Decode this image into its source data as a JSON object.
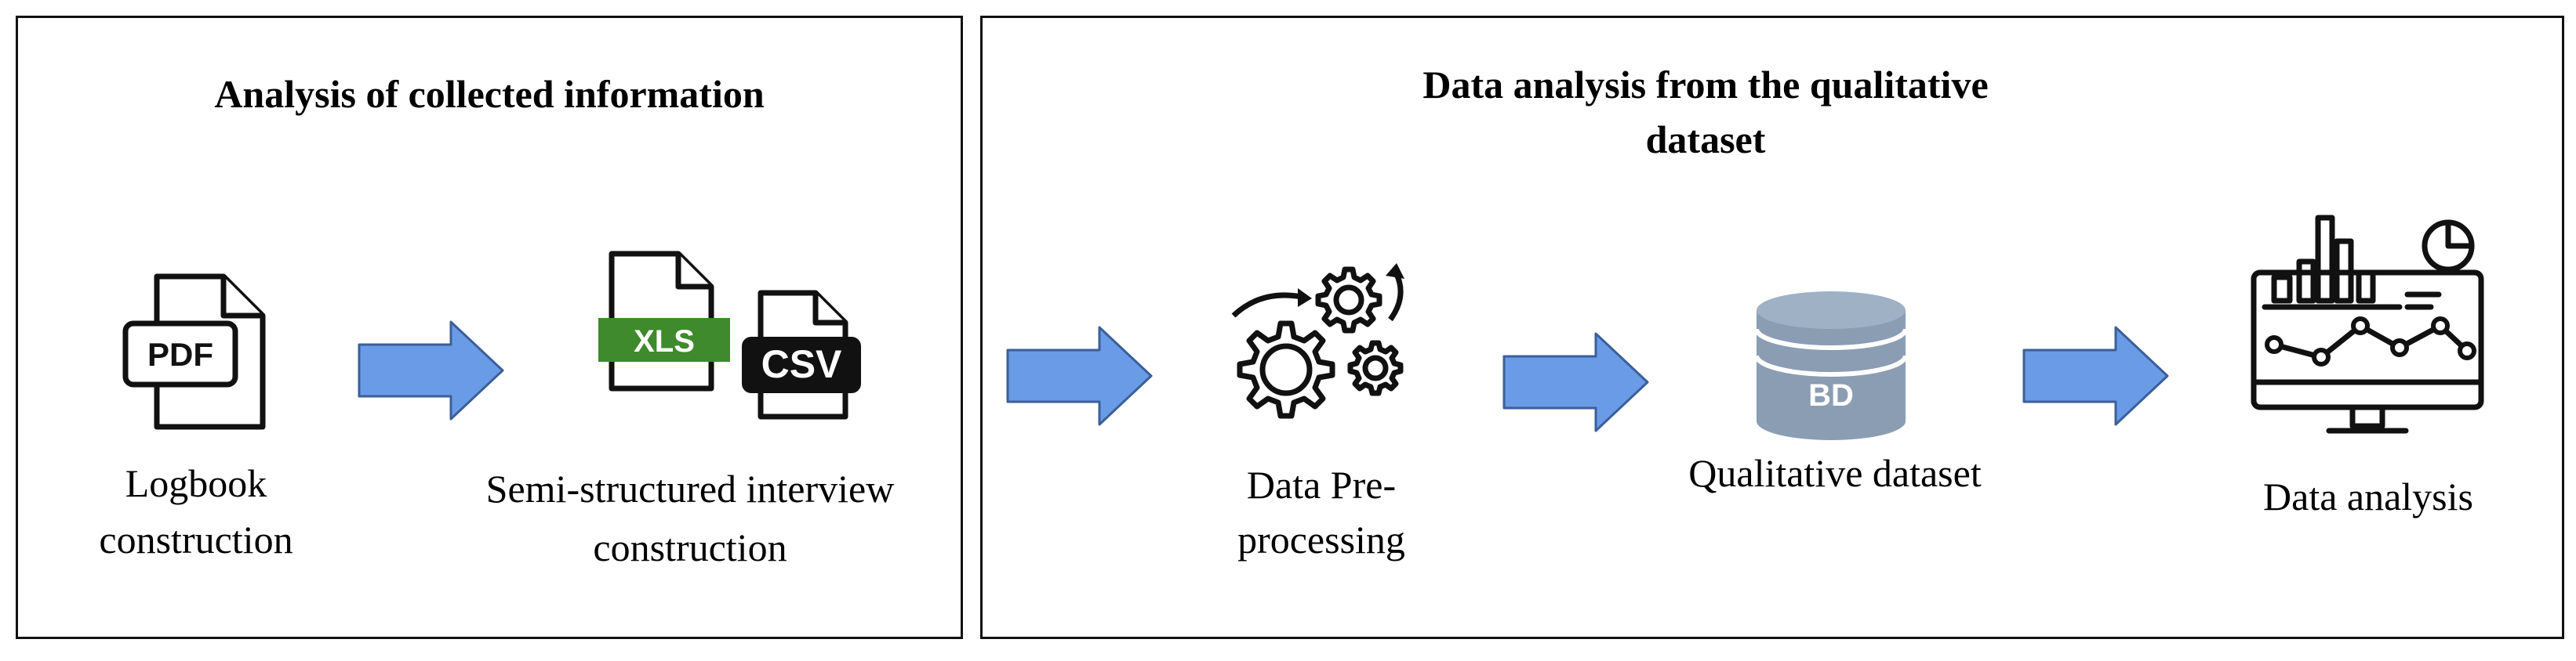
{
  "left_panel": {
    "title": "Analysis of collected information",
    "logbook_label_1": "Logbook",
    "logbook_label_2": "construction",
    "interview_label_1": "Semi-structured interview",
    "interview_label_2": "construction",
    "pdf_badge": "PDF",
    "xls_badge": "XLS",
    "csv_badge": "CSV"
  },
  "right_panel": {
    "title_1": "Data analysis from the qualitative",
    "title_2": "dataset",
    "preprocessing_label_1": "Data Pre-",
    "preprocessing_label_2": "processing",
    "dataset_label": "Qualitative dataset",
    "db_badge": "BD",
    "analysis_label": "Data analysis"
  },
  "colors": {
    "arrow_fill": "#6a9be6",
    "arrow_stroke": "#3b5f99",
    "xls_green": "#3e8a2c",
    "db_fill": "#8a9db3"
  }
}
